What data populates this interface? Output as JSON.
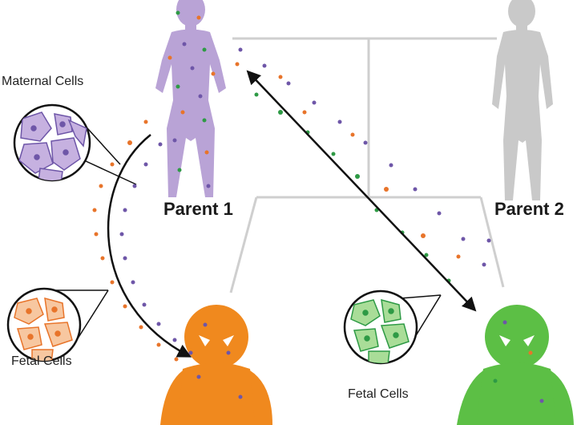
{
  "labels": {
    "parent1": "Parent 1",
    "parent2": "Parent 2",
    "maternal_cells": "Maternal Cells",
    "fetal_cells_left": "Fetal Cells",
    "fetal_cells_right": "Fetal Cells"
  },
  "colors": {
    "parent1": "#b9a3d6",
    "parent2": "#c9c9c9",
    "child_orange": "#f0891e",
    "child_green": "#5cbf45",
    "dot_orange": "#e8742a",
    "dot_purple": "#6e56a8",
    "dot_green": "#2e9a45",
    "arrow": "#111111",
    "family_line": "#cfcfcf",
    "maternal_cell_fill": "#c6b1e0",
    "fetal_cell_fill_orange": "#f7c7a0",
    "fetal_cell_fill_green": "#a9dd98"
  }
}
